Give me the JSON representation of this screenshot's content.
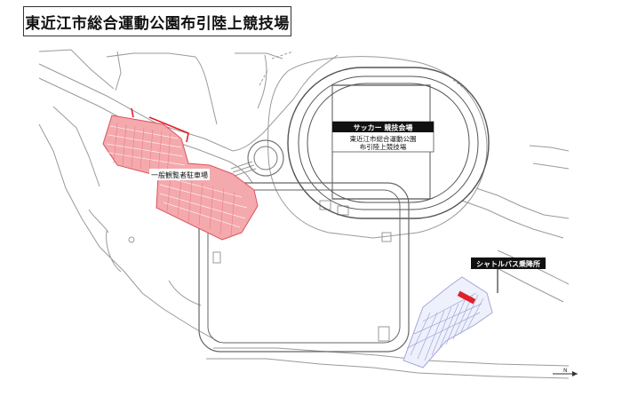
{
  "title": "東近江市総合運動公園布引陸上競技場",
  "venue_label": {
    "heading": "サッカー 競技会場",
    "line1": "東近江市総合運動公園",
    "line2": "布引陸上競技場"
  },
  "parking_label": "一般観覧者駐車場",
  "shuttle_label": "シャトルバス乗降所",
  "north_label": "N",
  "colors": {
    "parking_fill": "#f4a9ad",
    "parking_stroke": "#d9545d",
    "shuttle_red": "#e0202a",
    "route_red": "#e0202a",
    "line": "#9a9a9a",
    "bus_lot": "#a3a7d8",
    "label_dark": "#111111"
  }
}
